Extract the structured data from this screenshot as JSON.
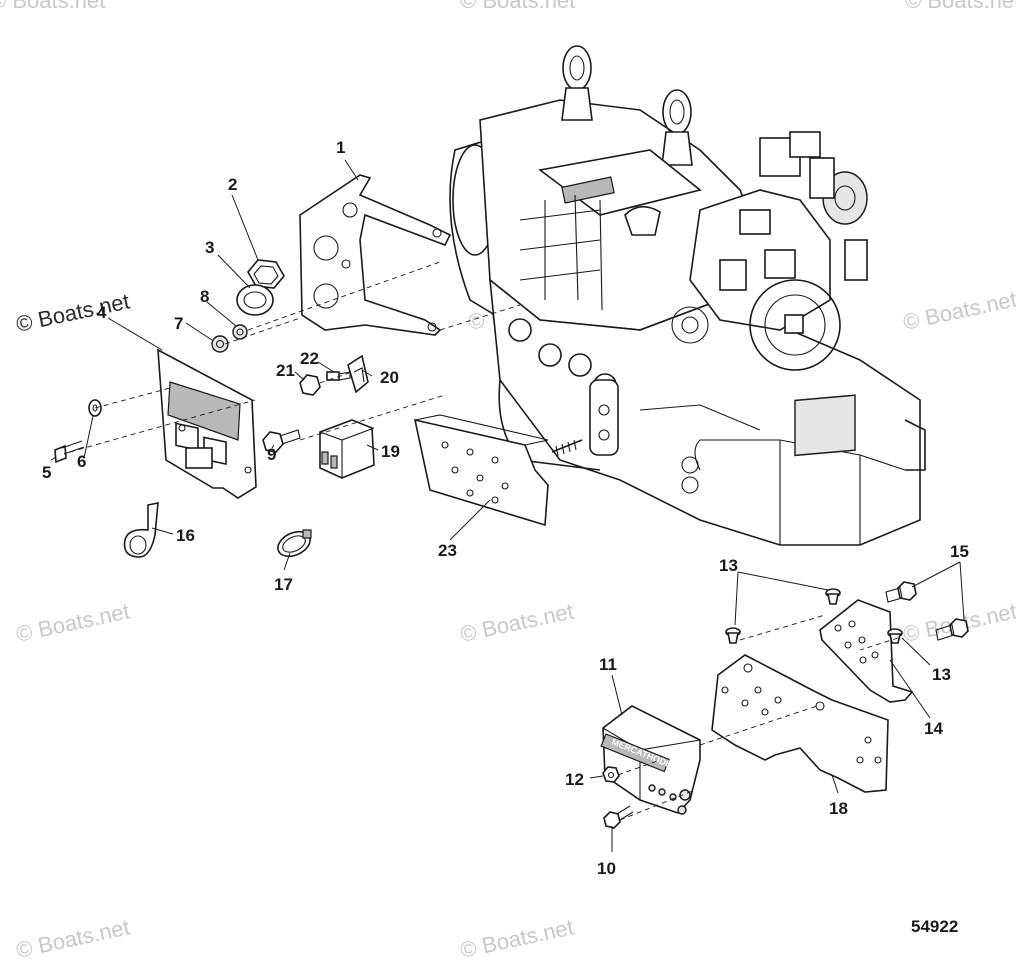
{
  "watermark": {
    "text": "© Boats.net"
  },
  "figure_number": "54922",
  "module_label": "MERCATHODE",
  "callouts": [
    "1",
    "2",
    "3",
    "4",
    "5",
    "6",
    "7",
    "8",
    "9",
    "10",
    "11",
    "12",
    "13",
    "13",
    "14",
    "15",
    "16",
    "17",
    "18",
    "19",
    "20",
    "21",
    "22",
    "23"
  ]
}
